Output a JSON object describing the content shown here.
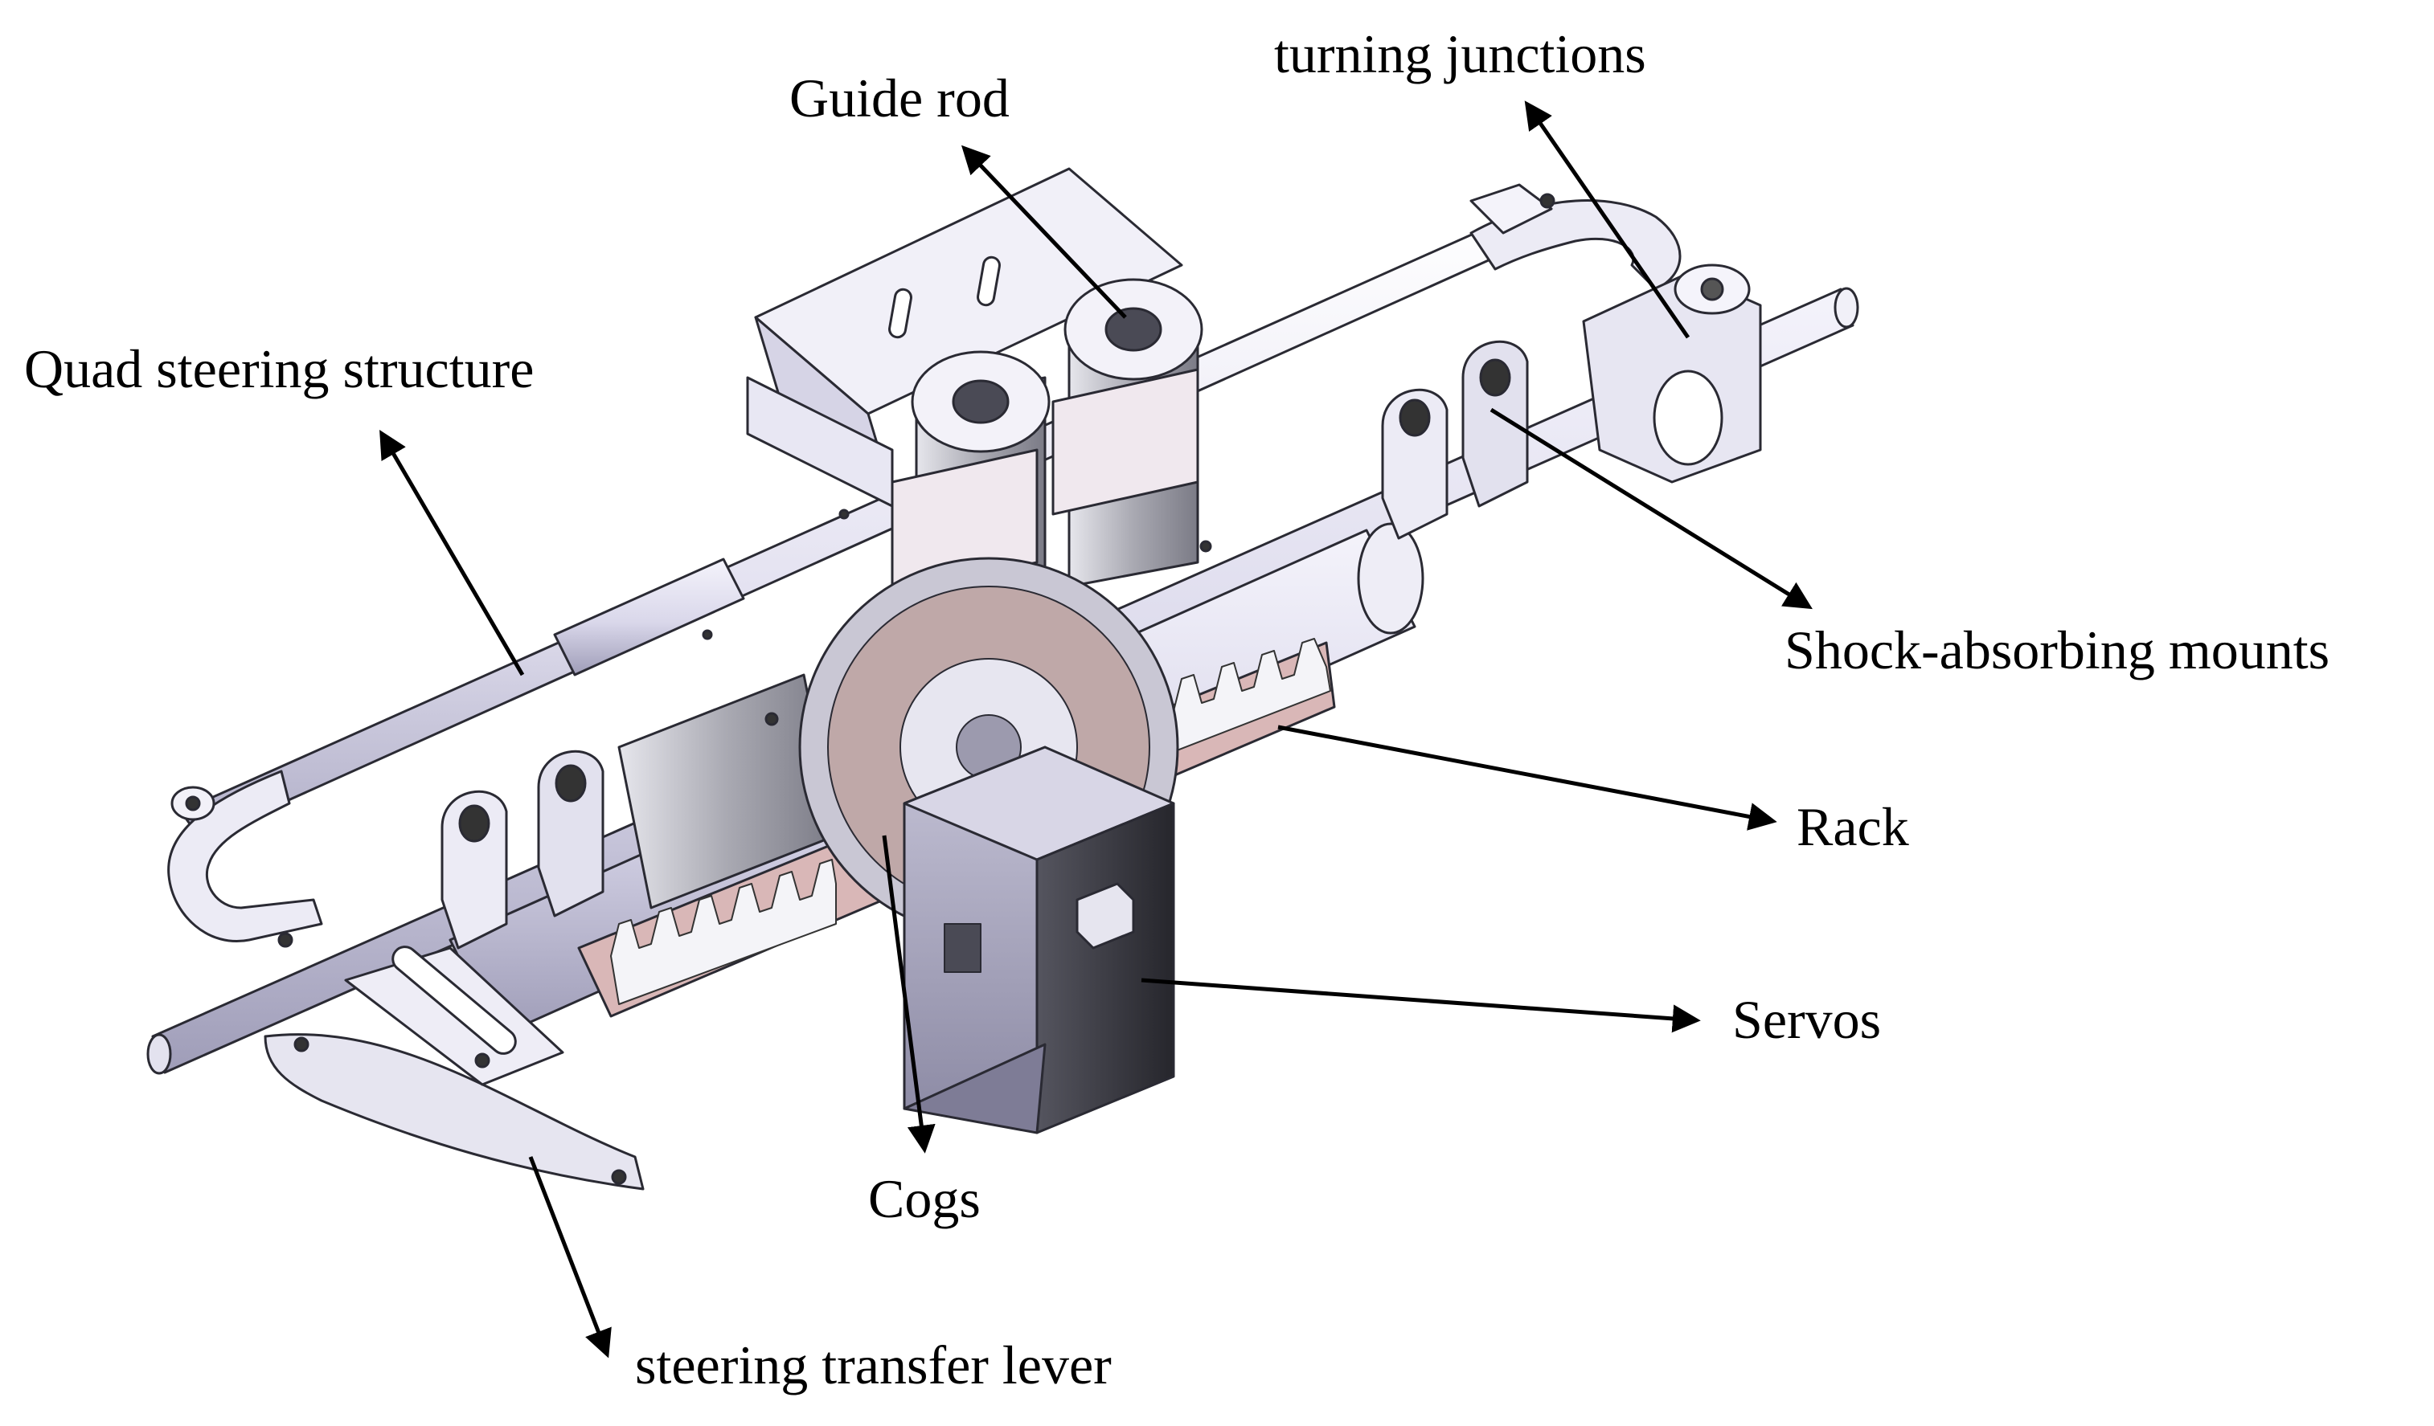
{
  "labels": {
    "guide_rod": "Guide rod",
    "turning_junctions": "turning junctions",
    "quad_steering_structure": "Quad steering structure",
    "shock_absorbing_mounts": "Shock-absorbing mounts",
    "rack": "Rack",
    "servos": "Servos",
    "cogs": "Cogs",
    "steering_transfer_lever": "steering transfer lever"
  },
  "colors": {
    "part_light": "#e9e8f4",
    "part_mid": "#c9c7dc",
    "part_shade": "#9d9bb5",
    "edge": "#2a2a33",
    "gear_metal": "#b7b7c2",
    "rack_pink": "#d9b7b7",
    "servo_dark": "#3a3a44",
    "arrow": "#000000"
  }
}
